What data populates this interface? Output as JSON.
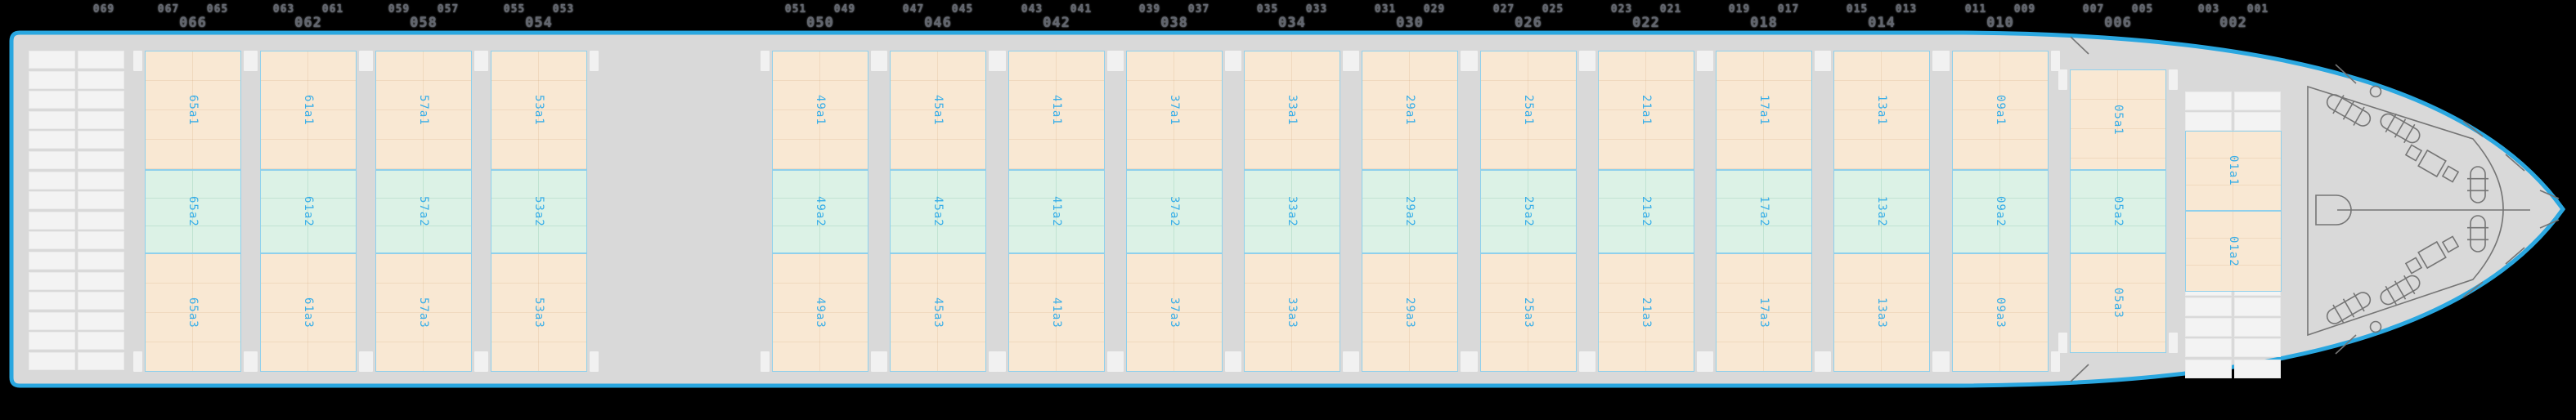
{
  "deck_plan": {
    "colors": {
      "hull_fill": "#d9d9d9",
      "hull_border": "#2aa7e0",
      "cabin_fill_warm": "#f9e8d3",
      "cabin_fill_cool": "#dcf2e6",
      "cabin_border": "#8fd0ec",
      "cabin_label": "#38aee8",
      "top_label": "#61656e",
      "furniture_line": "#757575"
    },
    "leading_label": "069",
    "stern_grid": {
      "rows": 16,
      "cols": 2
    },
    "bow_grid": {
      "rows": 14,
      "cols": 2
    },
    "columns": [
      {
        "cabins": [
          "65a1",
          "65a2",
          "65a3"
        ],
        "top_pair": [
          "067",
          "065"
        ],
        "top_center": "066"
      },
      {
        "cabins": [
          "61a1",
          "61a2",
          "61a3"
        ],
        "top_pair": [
          "063",
          "061"
        ],
        "top_center": "062"
      },
      {
        "cabins": [
          "57a1",
          "57a2",
          "57a3"
        ],
        "top_pair": [
          "059",
          "057"
        ],
        "top_center": "058"
      },
      {
        "cabins": [
          "53a1",
          "53a2",
          "53a3"
        ],
        "top_pair": [
          "055",
          "053"
        ],
        "top_center": "054"
      },
      {
        "cabins": [
          "49a1",
          "49a2",
          "49a3"
        ],
        "top_pair": [
          "051",
          "049"
        ],
        "top_center": "050"
      },
      {
        "cabins": [
          "45a1",
          "45a2",
          "45a3"
        ],
        "top_pair": [
          "047",
          "045"
        ],
        "top_center": "046"
      },
      {
        "cabins": [
          "41a1",
          "41a2",
          "41a3"
        ],
        "top_pair": [
          "043",
          "041"
        ],
        "top_center": "042"
      },
      {
        "cabins": [
          "37a1",
          "37a2",
          "37a3"
        ],
        "top_pair": [
          "039",
          "037"
        ],
        "top_center": "038"
      },
      {
        "cabins": [
          "33a1",
          "33a2",
          "33a3"
        ],
        "top_pair": [
          "035",
          "033"
        ],
        "top_center": "034"
      },
      {
        "cabins": [
          "29a1",
          "29a2",
          "29a3"
        ],
        "top_pair": [
          "031",
          "029"
        ],
        "top_center": "030"
      },
      {
        "cabins": [
          "25a1",
          "25a2",
          "25a3"
        ],
        "top_pair": [
          "027",
          "025"
        ],
        "top_center": "026"
      },
      {
        "cabins": [
          "21a1",
          "21a2",
          "21a3"
        ],
        "top_pair": [
          "023",
          "021"
        ],
        "top_center": "022"
      },
      {
        "cabins": [
          "17a1",
          "17a2",
          "17a3"
        ],
        "top_pair": [
          "019",
          "017"
        ],
        "top_center": "018"
      },
      {
        "cabins": [
          "13a1",
          "13a2",
          "13a3"
        ],
        "top_pair": [
          "015",
          "013"
        ],
        "top_center": "014"
      },
      {
        "cabins": [
          "09a1",
          "09a2",
          "09a3"
        ],
        "top_pair": [
          "011",
          "009"
        ],
        "top_center": "010"
      },
      {
        "cabins": [
          "05a1",
          "05a2",
          "05a3"
        ],
        "top_pair": [
          "007",
          "005"
        ],
        "top_center": "006"
      },
      {
        "cabins": [
          "01a1",
          "01a2"
        ],
        "top_pair": [
          "003",
          "001"
        ],
        "top_center": "002"
      }
    ]
  }
}
